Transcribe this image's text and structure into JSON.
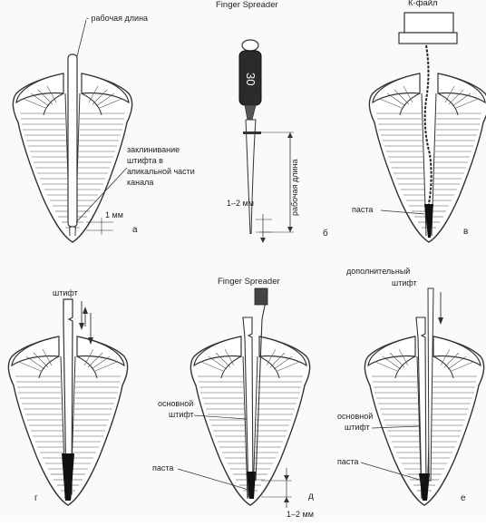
{
  "panels": [
    {
      "letter": "а",
      "labels": {
        "working_length": "- рабочая длина",
        "wedging_1": "заклинивание",
        "wedging_2": "штифта в",
        "wedging_3": "апикальной части",
        "wedging_4": "канала",
        "one_mm": "1 мм"
      }
    },
    {
      "letter": "б",
      "title": "Finger Spreader",
      "handle_number": "30",
      "labels": {
        "working_length": "рабочая длина",
        "one_two_mm": "1–2 мм"
      }
    },
    {
      "letter": "в",
      "title": "К-файл",
      "labels": {
        "paste": "паста"
      }
    },
    {
      "letter": "г",
      "labels": {
        "post": "штифт"
      }
    },
    {
      "letter": "д",
      "title": "Finger Spreader",
      "labels": {
        "main_post_1": "основной",
        "main_post_2": "штифт",
        "paste": "паста",
        "one_two_mm": "1–2 мм"
      }
    },
    {
      "letter": "е",
      "labels": {
        "additional_1": "дополнительный",
        "additional_2": "штифт",
        "paste": "паста",
        "main_post_1": "основной",
        "main_post_2": "штифт"
      }
    }
  ]
}
